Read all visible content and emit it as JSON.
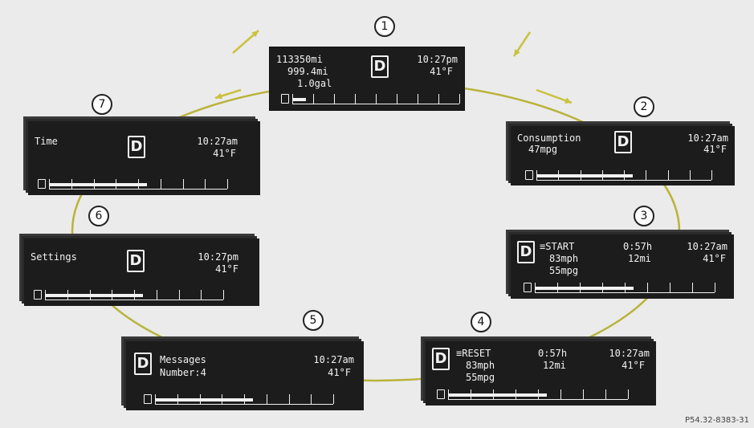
{
  "colors": {
    "ring": "#b9b33a",
    "arrow": "#c9c23e",
    "screen": "#1c1c1c",
    "text": "#f2f2f2"
  },
  "gear_letter": "D",
  "screens": [
    {
      "number": "1",
      "left_lines": [
        "113350mi",
        "999.4mi",
        "1.0gal"
      ],
      "right_lines": [
        "10:27pm",
        "41°F"
      ],
      "fuel": 0.08
    },
    {
      "number": "2",
      "left_lines": [
        "Consumption",
        "47mpg"
      ],
      "right_lines": [
        "10:27am",
        "41°F"
      ],
      "fuel": 0.55
    },
    {
      "number": "3",
      "left_lines": [
        "≡START",
        "83mph",
        "55mpg"
      ],
      "mid_lines": [
        "0:57h",
        "12mi"
      ],
      "right_lines": [
        "10:27am",
        "41°F"
      ],
      "fuel": 0.55
    },
    {
      "number": "4",
      "left_lines": [
        "≡RESET",
        "83mph",
        "55mpg"
      ],
      "mid_lines": [
        "0:57h",
        "12mi"
      ],
      "right_lines": [
        "10:27am",
        "41°F"
      ],
      "fuel": 0.55
    },
    {
      "number": "5",
      "left_lines": [
        "Messages",
        "Number:4"
      ],
      "right_lines": [
        "10:27am",
        "41°F"
      ],
      "fuel": 0.55
    },
    {
      "number": "6",
      "left_lines": [
        "Settings"
      ],
      "right_lines": [
        "10:27pm",
        "41°F"
      ],
      "fuel": 0.55
    },
    {
      "number": "7",
      "left_lines": [
        "Time"
      ],
      "right_lines": [
        "10:27am",
        "41°F"
      ],
      "fuel": 0.55
    }
  ],
  "caption": "P54.32-8383-31"
}
